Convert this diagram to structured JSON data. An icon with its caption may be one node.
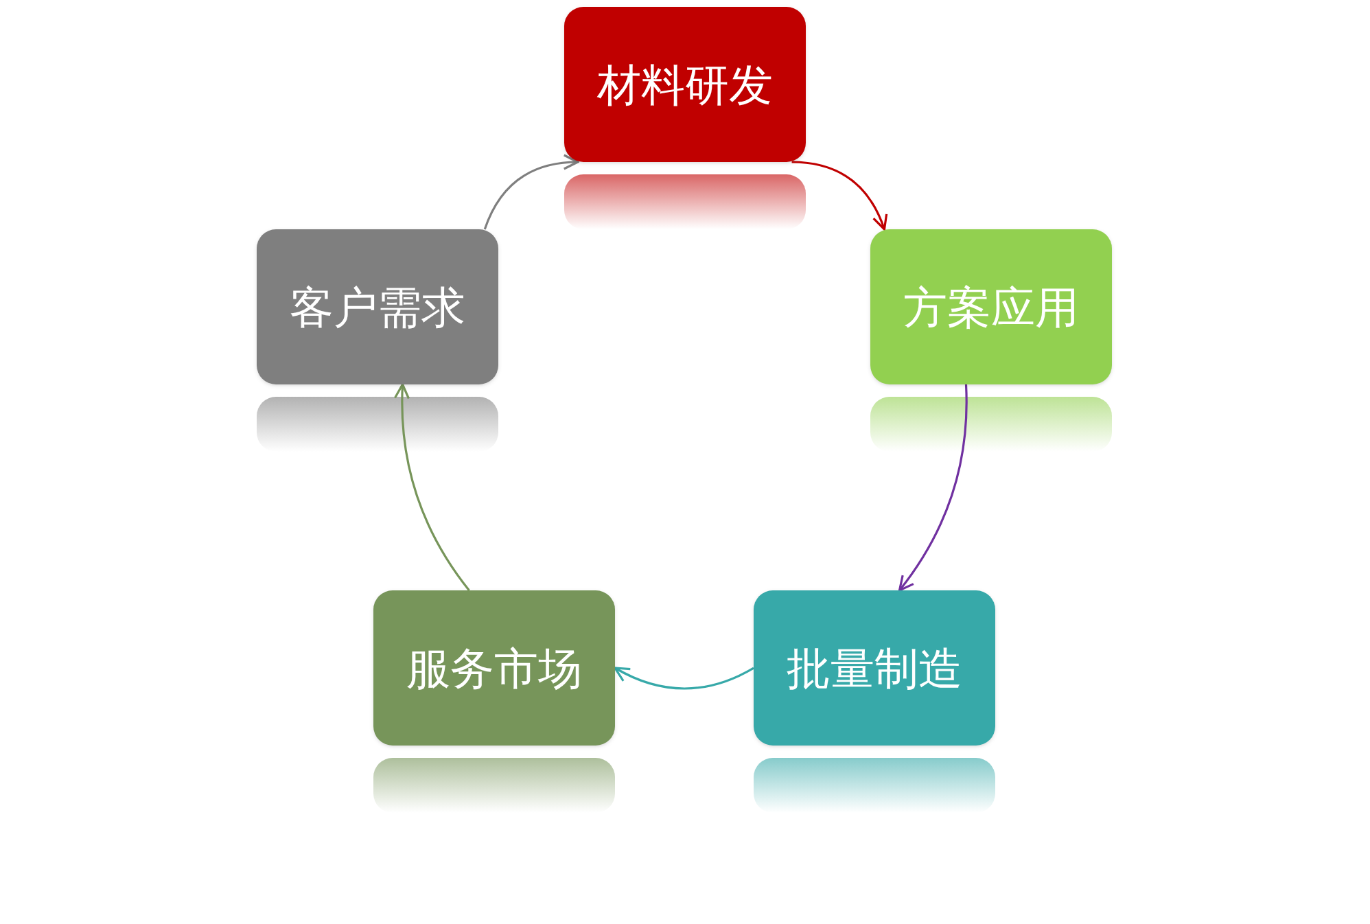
{
  "diagram": {
    "nodes": [
      {
        "text": [
          "材料研发"
        ]
      },
      {
        "text": [
          "方案应用"
        ]
      },
      {
        "text": [
          "批量制造"
        ]
      },
      {
        "text": [
          "服务市场"
        ]
      },
      {
        "text": [
          "客户需求"
        ]
      }
    ],
    "edges": [
      {
        "from": 0,
        "to": 1,
        "arrow": "to",
        "color": "#c00000"
      },
      {
        "from": 1,
        "to": 2,
        "arrow": "to",
        "color": "#7030a0"
      },
      {
        "from": 2,
        "to": 3,
        "arrow": "to",
        "color": "#37a9a9"
      },
      {
        "from": 3,
        "to": 4,
        "arrow": "to",
        "color": "#77955a"
      },
      {
        "from": 4,
        "to": 0,
        "arrow": "to",
        "color": "#7f7f7f"
      }
    ]
  }
}
